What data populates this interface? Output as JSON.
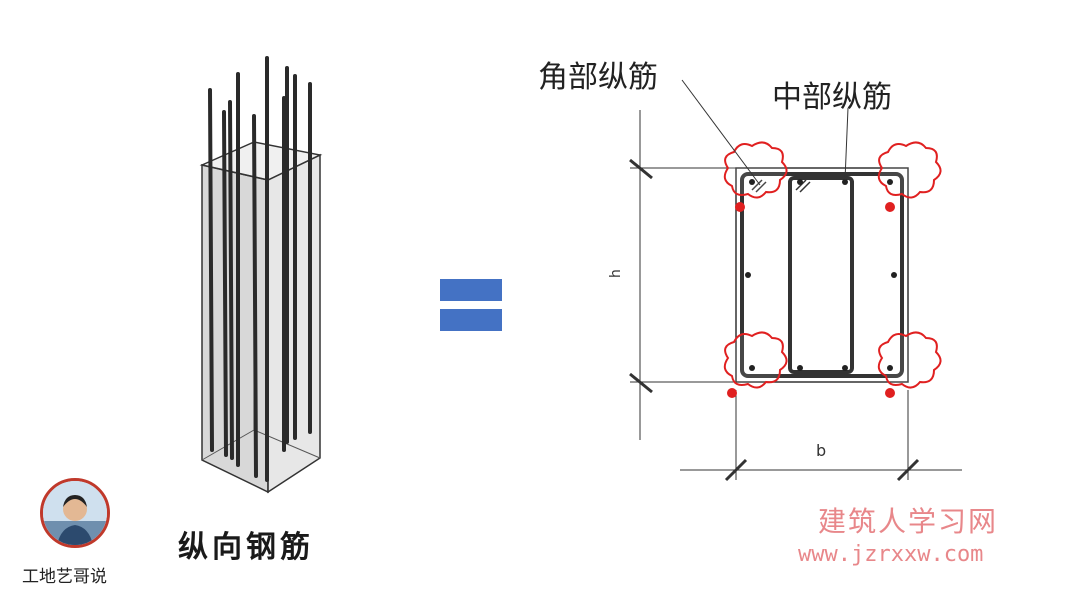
{
  "diagram": {
    "corner_bar_label": "角部纵筋",
    "middle_bar_label": "中部纵筋",
    "height_dim_label": "h",
    "width_dim_label": "b",
    "column_caption": "纵向钢筋"
  },
  "author": {
    "name": "工地艺哥说"
  },
  "watermark": {
    "site_name": "建筑人学习网",
    "url": "www.jzrxxw.com"
  },
  "colors": {
    "equals_sign": "#4472c4",
    "highlight": "#e02020",
    "watermark": "#e8878a"
  }
}
